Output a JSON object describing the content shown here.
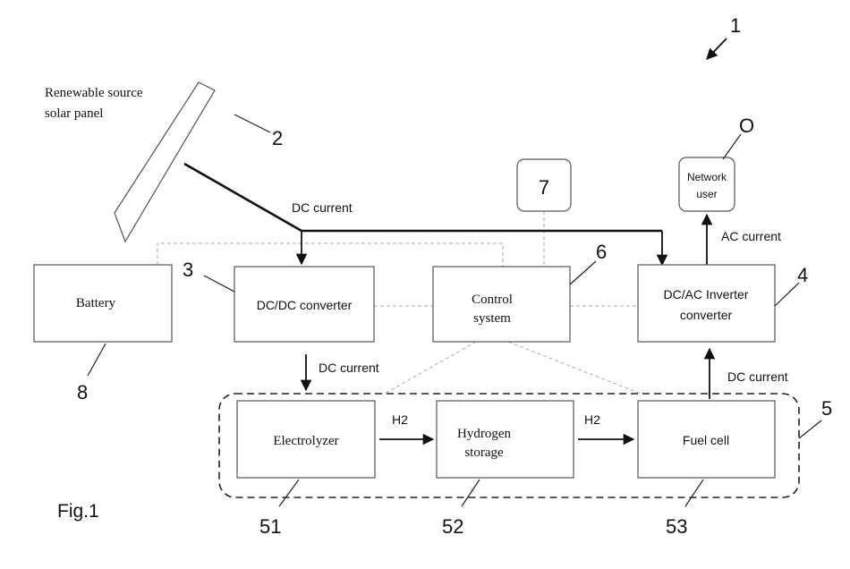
{
  "source_label": [
    "Renewable source",
    "solar panel"
  ],
  "figure_label": "Fig.1",
  "ref_numbers": {
    "system": "1",
    "solar_panel": "2",
    "dcdc": "3",
    "inverter": "4",
    "hydrogen_group": "5",
    "control": "6",
    "external": "7",
    "battery": "8",
    "network_user": "O",
    "electrolyzer": "51",
    "storage": "52",
    "fuel_cell": "53"
  },
  "blocks": {
    "battery": [
      "Battery"
    ],
    "dcdc": [
      "DC/DC converter"
    ],
    "control": [
      "Control",
      "system"
    ],
    "inverter": [
      "DC/AC Inverter",
      "converter"
    ],
    "network_user": [
      "Network",
      "user"
    ],
    "external": [
      "7"
    ],
    "electrolyzer": [
      "Electrolyzer"
    ],
    "storage": [
      "Hydrogen",
      "storage"
    ],
    "fuel_cell": [
      "Fuel cell"
    ]
  },
  "flows": {
    "dc_panel": "DC current",
    "dc_converter": "DC current",
    "dc_fuelcell": "DC current",
    "ac": "AC current",
    "h2_a": "H2",
    "h2_b": "H2"
  }
}
